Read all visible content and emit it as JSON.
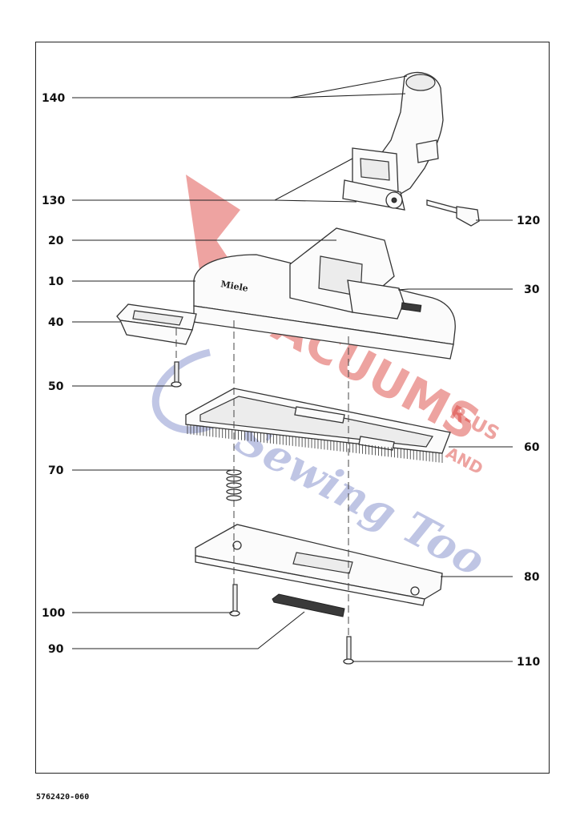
{
  "document_number": "5762420-060",
  "brand_mark": "Miele",
  "watermark": {
    "line1": "VACUUMS",
    "line2": "R-US",
    "line3": "AND",
    "line4": "Sewing Too",
    "red": "#d9342e",
    "blue": "#4a5bb5"
  },
  "callouts": {
    "c140": "140",
    "c130": "130",
    "c120": "120",
    "c20": "20",
    "c10": "10",
    "c30": "30",
    "c40": "40",
    "c50": "50",
    "c60": "60",
    "c70": "70",
    "c80": "80",
    "c100": "100",
    "c90": "90",
    "c110": "110"
  }
}
